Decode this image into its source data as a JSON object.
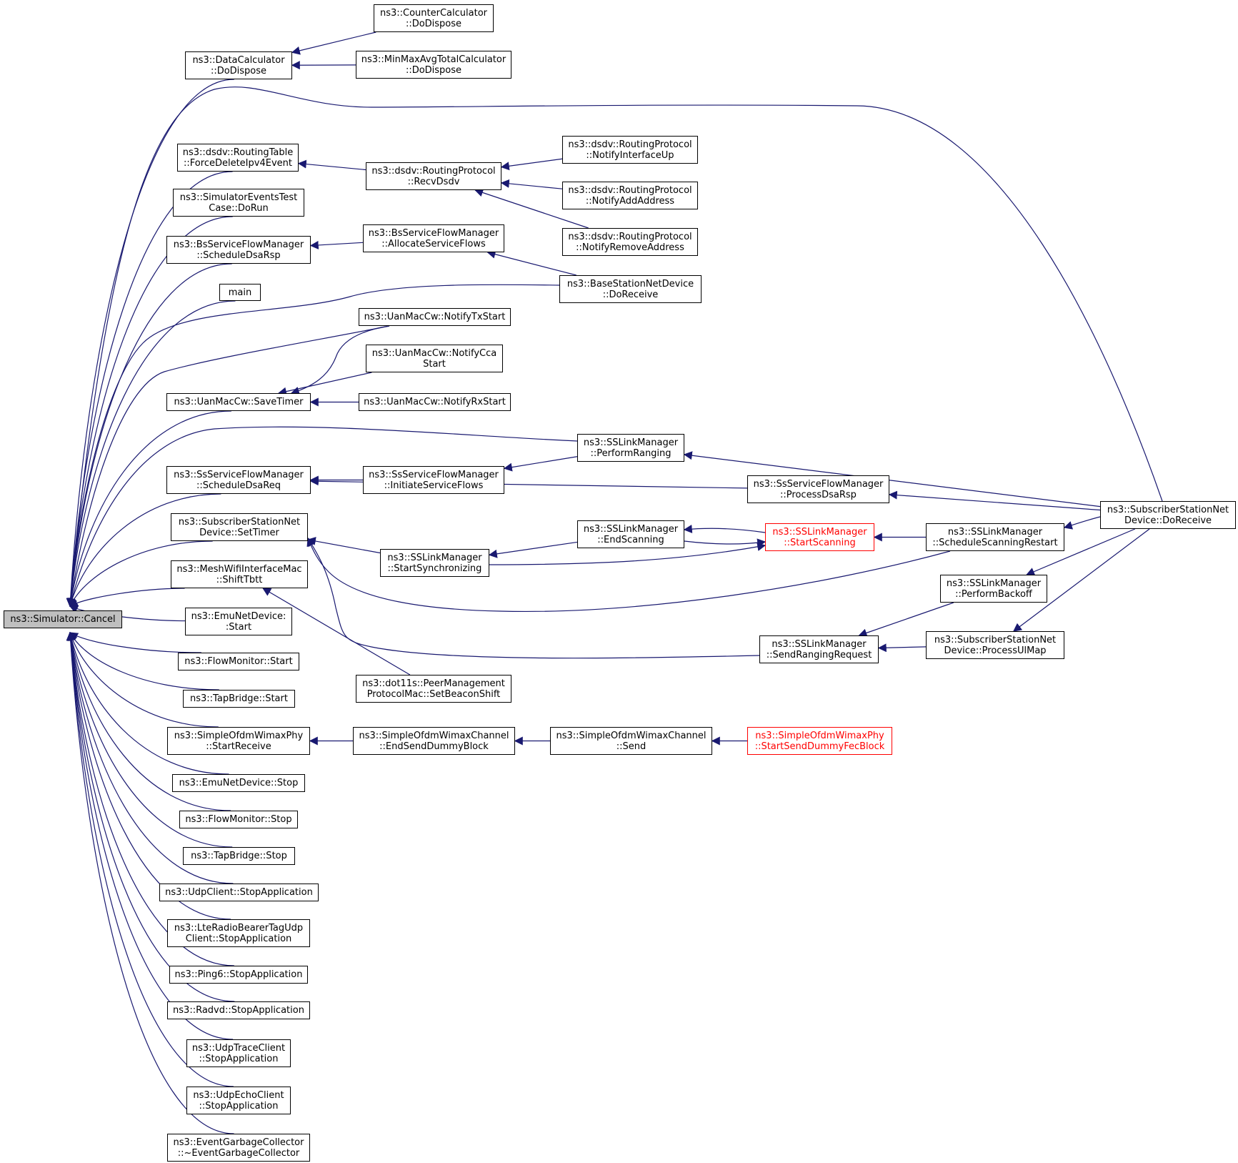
{
  "diagram": {
    "colors": {
      "edge": "#191970",
      "border": "#000000",
      "root_fill": "#bfbfbf",
      "highlight": "#ff0000"
    },
    "nodes": [
      {
        "id": "root",
        "lines": [
          "ns3::Simulator::Cancel"
        ],
        "root": true
      },
      {
        "id": "dc",
        "lines": [
          "ns3::DataCalculator",
          "::DoDispose"
        ]
      },
      {
        "id": "cc",
        "lines": [
          "ns3::CounterCalculator",
          "::DoDispose"
        ]
      },
      {
        "id": "mm",
        "lines": [
          "ns3::MinMaxAvgTotalCalculator",
          "::DoDispose"
        ]
      },
      {
        "id": "rt",
        "lines": [
          "ns3::dsdv::RoutingTable",
          "::ForceDeleteIpv4Event"
        ]
      },
      {
        "id": "rp",
        "lines": [
          "ns3::dsdv::RoutingProtocol",
          "::RecvDsdv"
        ]
      },
      {
        "id": "niu",
        "lines": [
          "ns3::dsdv::RoutingProtocol",
          "::NotifyInterfaceUp"
        ]
      },
      {
        "id": "naa",
        "lines": [
          "ns3::dsdv::RoutingProtocol",
          "::NotifyAddAddress"
        ]
      },
      {
        "id": "nra",
        "lines": [
          "ns3::dsdv::RoutingProtocol",
          "::NotifyRemoveAddress"
        ]
      },
      {
        "id": "set",
        "lines": [
          "ns3::SimulatorEventsTest",
          "Case::DoRun"
        ]
      },
      {
        "id": "bsdsa",
        "lines": [
          "ns3::BsServiceFlowManager",
          "::ScheduleDsaRsp"
        ]
      },
      {
        "id": "bsalloc",
        "lines": [
          "ns3::BsServiceFlowManager",
          "::AllocateServiceFlows"
        ]
      },
      {
        "id": "bsnd",
        "lines": [
          "ns3::BaseStationNetDevice",
          "::DoReceive"
        ]
      },
      {
        "id": "main",
        "lines": [
          "main"
        ]
      },
      {
        "id": "ntx",
        "lines": [
          "ns3::UanMacCw::NotifyTxStart"
        ]
      },
      {
        "id": "ncca",
        "lines": [
          "ns3::UanMacCw::NotifyCca",
          "Start"
        ]
      },
      {
        "id": "nrx",
        "lines": [
          "ns3::UanMacCw::NotifyRxStart"
        ]
      },
      {
        "id": "save",
        "lines": [
          "ns3::UanMacCw::SaveTimer"
        ]
      },
      {
        "id": "pr",
        "lines": [
          "ns3::SSLinkManager",
          "::PerformRanging"
        ]
      },
      {
        "id": "ssdsa",
        "lines": [
          "ns3::SsServiceFlowManager",
          "::ScheduleDsaReq"
        ]
      },
      {
        "id": "ssinit",
        "lines": [
          "ns3::SsServiceFlowManager",
          "::InitiateServiceFlows"
        ]
      },
      {
        "id": "ssproc",
        "lines": [
          "ns3::SsServiceFlowManager",
          "::ProcessDsaRsp"
        ]
      },
      {
        "id": "ssnd",
        "lines": [
          "ns3::SubscriberStationNet",
          "Device::DoReceive"
        ]
      },
      {
        "id": "sst",
        "lines": [
          "ns3::SubscriberStationNet",
          "Device::SetTimer"
        ]
      },
      {
        "id": "es",
        "lines": [
          "ns3::SSLinkManager",
          "::EndScanning"
        ]
      },
      {
        "id": "ss",
        "lines": [
          "ns3::SSLinkManager",
          "::StartScanning"
        ],
        "red": true
      },
      {
        "id": "ssr",
        "lines": [
          "ns3::SSLinkManager",
          "::ScheduleScanningRestart"
        ]
      },
      {
        "id": "sync",
        "lines": [
          "ns3::SSLinkManager",
          "::StartSynchronizing"
        ]
      },
      {
        "id": "mesh",
        "lines": [
          "ns3::MeshWifiInterfaceMac",
          "::ShiftTbtt"
        ]
      },
      {
        "id": "pb",
        "lines": [
          "ns3::SSLinkManager",
          "::PerformBackoff"
        ]
      },
      {
        "id": "emus",
        "lines": [
          "ns3::EmuNetDevice:",
          ":Start"
        ]
      },
      {
        "id": "srr",
        "lines": [
          "ns3::SSLinkManager",
          "::SendRangingRequest"
        ]
      },
      {
        "id": "ulmap",
        "lines": [
          "ns3::SubscriberStationNet",
          "Device::ProcessUlMap"
        ]
      },
      {
        "id": "fms",
        "lines": [
          "ns3::FlowMonitor::Start"
        ]
      },
      {
        "id": "dot11",
        "lines": [
          "ns3::dot11s::PeerManagement",
          "ProtocolMac::SetBeaconShift"
        ]
      },
      {
        "id": "tbs",
        "lines": [
          "ns3::TapBridge::Start"
        ]
      },
      {
        "id": "sowp",
        "lines": [
          "ns3::SimpleOfdmWimaxPhy",
          "::StartReceive"
        ]
      },
      {
        "id": "esdb",
        "lines": [
          "ns3::SimpleOfdmWimaxChannel",
          "::EndSendDummyBlock"
        ]
      },
      {
        "id": "send",
        "lines": [
          "ns3::SimpleOfdmWimaxChannel",
          "::Send"
        ]
      },
      {
        "id": "ssdfb",
        "lines": [
          "ns3::SimpleOfdmWimaxPhy",
          "::StartSendDummyFecBlock"
        ],
        "red": true
      },
      {
        "id": "emustop",
        "lines": [
          "ns3::EmuNetDevice::Stop"
        ]
      },
      {
        "id": "fmstop",
        "lines": [
          "ns3::FlowMonitor::Stop"
        ]
      },
      {
        "id": "tbstop",
        "lines": [
          "ns3::TapBridge::Stop"
        ]
      },
      {
        "id": "udpc",
        "lines": [
          "ns3::UdpClient::StopApplication"
        ]
      },
      {
        "id": "lte",
        "lines": [
          "ns3::LteRadioBearerTagUdp",
          "Client::StopApplication"
        ]
      },
      {
        "id": "ping",
        "lines": [
          "ns3::Ping6::StopApplication"
        ]
      },
      {
        "id": "radvd",
        "lines": [
          "ns3::Radvd::StopApplication"
        ]
      },
      {
        "id": "udptc",
        "lines": [
          "ns3::UdpTraceClient",
          "::StopApplication"
        ]
      },
      {
        "id": "udpec",
        "lines": [
          "ns3::UdpEchoClient",
          "::StopApplication"
        ]
      },
      {
        "id": "egc",
        "lines": [
          "ns3::EventGarbageCollector",
          "::~EventGarbageCollector"
        ]
      }
    ],
    "edges": [
      [
        "dc",
        "root"
      ],
      [
        "rt",
        "root"
      ],
      [
        "set",
        "root"
      ],
      [
        "bsdsa",
        "root"
      ],
      [
        "main",
        "root"
      ],
      [
        "save",
        "root"
      ],
      [
        "ssdsa",
        "root"
      ],
      [
        "sst",
        "root"
      ],
      [
        "mesh",
        "root"
      ],
      [
        "emus",
        "root"
      ],
      [
        "fms",
        "root"
      ],
      [
        "tbs",
        "root"
      ],
      [
        "sowp",
        "root"
      ],
      [
        "emustop",
        "root"
      ],
      [
        "fmstop",
        "root"
      ],
      [
        "tbstop",
        "root"
      ],
      [
        "udpc",
        "root"
      ],
      [
        "lte",
        "root"
      ],
      [
        "ping",
        "root"
      ],
      [
        "radvd",
        "root"
      ],
      [
        "udptc",
        "root"
      ],
      [
        "udpec",
        "root"
      ],
      [
        "egc",
        "root"
      ],
      [
        "ssnd",
        "root"
      ],
      [
        "bsnd",
        "root"
      ],
      [
        "ntx",
        "root"
      ],
      [
        "pr",
        "root"
      ],
      [
        "cc",
        "dc"
      ],
      [
        "mm",
        "dc"
      ],
      [
        "rp",
        "rt"
      ],
      [
        "niu",
        "rp"
      ],
      [
        "naa",
        "rp"
      ],
      [
        "nra",
        "rp"
      ],
      [
        "bsalloc",
        "bsdsa"
      ],
      [
        "bsnd",
        "bsalloc"
      ],
      [
        "ntx",
        "save"
      ],
      [
        "ncca",
        "save"
      ],
      [
        "nrx",
        "save"
      ],
      [
        "ssinit",
        "ssdsa"
      ],
      [
        "pr",
        "ssinit"
      ],
      [
        "ssproc",
        "ssdsa"
      ],
      [
        "ssnd",
        "pr"
      ],
      [
        "ssnd",
        "ssproc"
      ],
      [
        "sync",
        "sst"
      ],
      [
        "ssr",
        "sst"
      ],
      [
        "srr",
        "sst"
      ],
      [
        "es",
        "sync"
      ],
      [
        "ss",
        "es"
      ],
      [
        "es",
        "ss"
      ],
      [
        "sync",
        "ss"
      ],
      [
        "ssr",
        "ss"
      ],
      [
        "ssnd",
        "ssr"
      ],
      [
        "pb",
        "srr"
      ],
      [
        "ulmap",
        "srr"
      ],
      [
        "ssnd",
        "pb"
      ],
      [
        "ssnd",
        "ulmap"
      ],
      [
        "dot11",
        "mesh"
      ],
      [
        "esdb",
        "sowp"
      ],
      [
        "send",
        "esdb"
      ],
      [
        "ssdfb",
        "send"
      ]
    ]
  }
}
